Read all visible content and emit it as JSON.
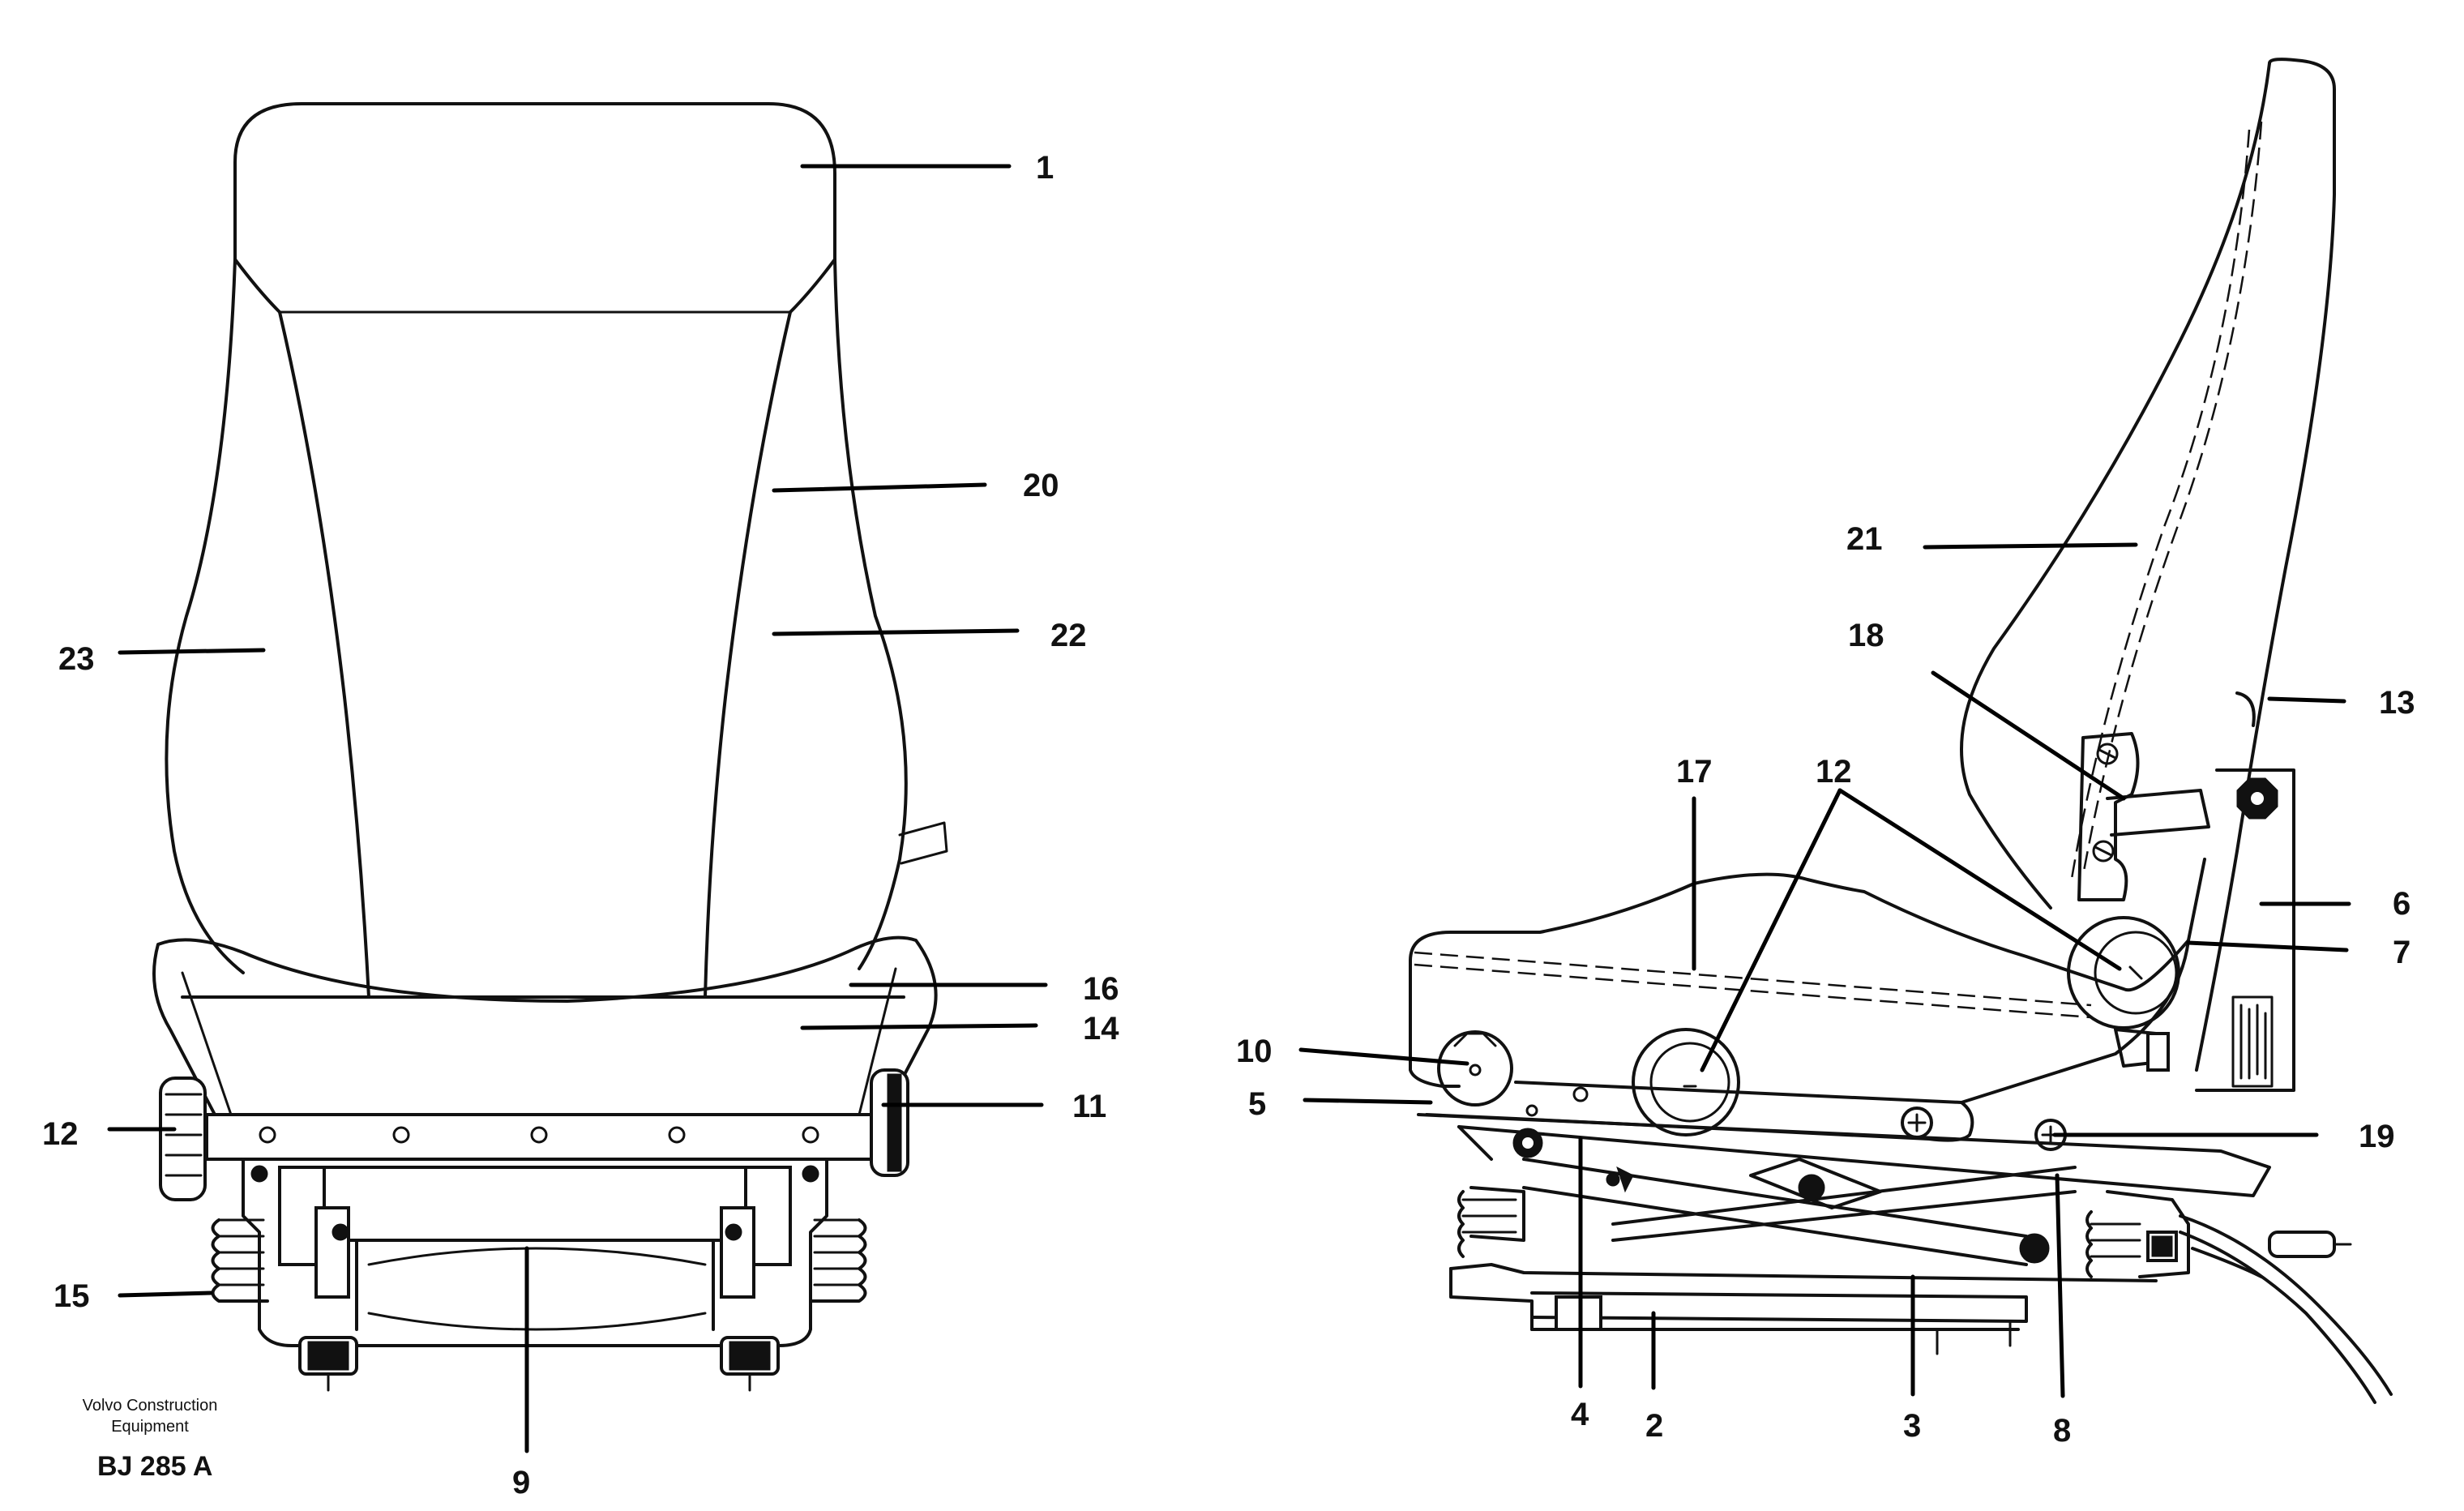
{
  "figure": {
    "company_line1": "Volvo Construction",
    "company_line2": "Equipment",
    "drawing_code": "BJ 285 A"
  },
  "front_view": {
    "callouts": {
      "c1": "1",
      "c20": "20",
      "c22": "22",
      "c23": "23",
      "c16": "16",
      "c14": "14",
      "c11": "11",
      "c12": "12",
      "c15": "15",
      "c9": "9"
    }
  },
  "side_view": {
    "callouts": {
      "c21": "21",
      "c18": "18",
      "c13": "13",
      "c17": "17",
      "c12": "12",
      "c6": "6",
      "c7": "7",
      "c10": "10",
      "c5": "5",
      "c19": "19",
      "c4": "4",
      "c2": "2",
      "c3": "3",
      "c8": "8"
    }
  }
}
